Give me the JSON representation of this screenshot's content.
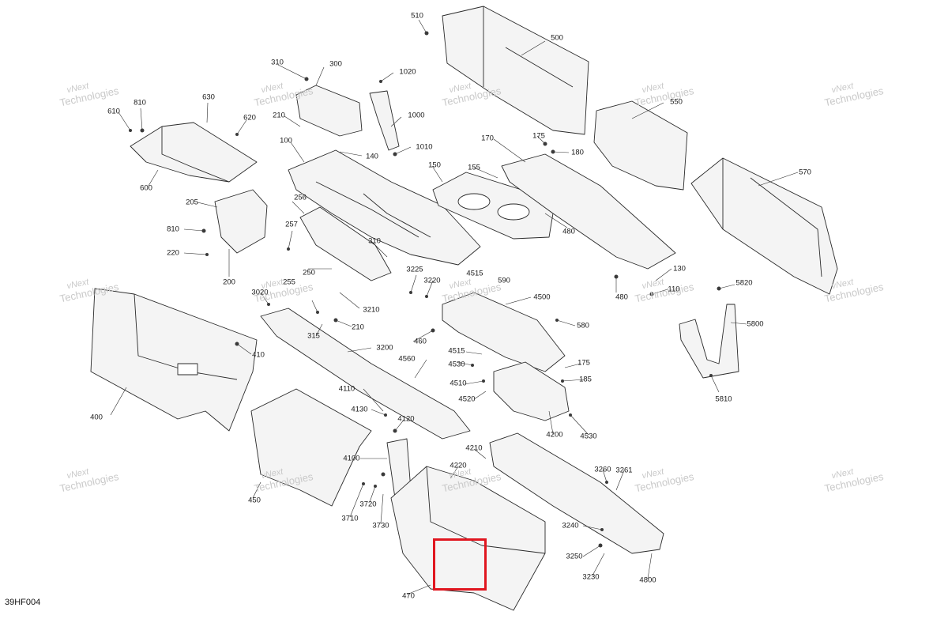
{
  "diagram": {
    "code": "39HF004",
    "watermark": {
      "line1": "vNext",
      "line2": "Technologies"
    },
    "highlight_color": "#e0161f",
    "callouts": [
      "510",
      "500",
      "300",
      "310",
      "1020",
      "1000",
      "1010",
      "630",
      "810",
      "610",
      "620",
      "600",
      "210",
      "100",
      "140",
      "170",
      "175",
      "180",
      "550",
      "570",
      "150",
      "155",
      "480",
      "256",
      "257",
      "250",
      "255",
      "310",
      "3225",
      "3220",
      "3210",
      "3020",
      "205",
      "810",
      "220",
      "200",
      "4515",
      "590",
      "4500",
      "580",
      "130",
      "110",
      "480",
      "5820",
      "5800",
      "5810",
      "410",
      "400",
      "315",
      "210",
      "3200",
      "460",
      "4515",
      "4530",
      "4560",
      "4510",
      "4520",
      "175",
      "185",
      "4110",
      "4130",
      "4120",
      "4100",
      "4200",
      "4530",
      "3720",
      "3730",
      "3710",
      "450",
      "4210",
      "4220",
      "3260",
      "3261",
      "3240",
      "3250",
      "3230",
      "4800",
      "470"
    ]
  }
}
